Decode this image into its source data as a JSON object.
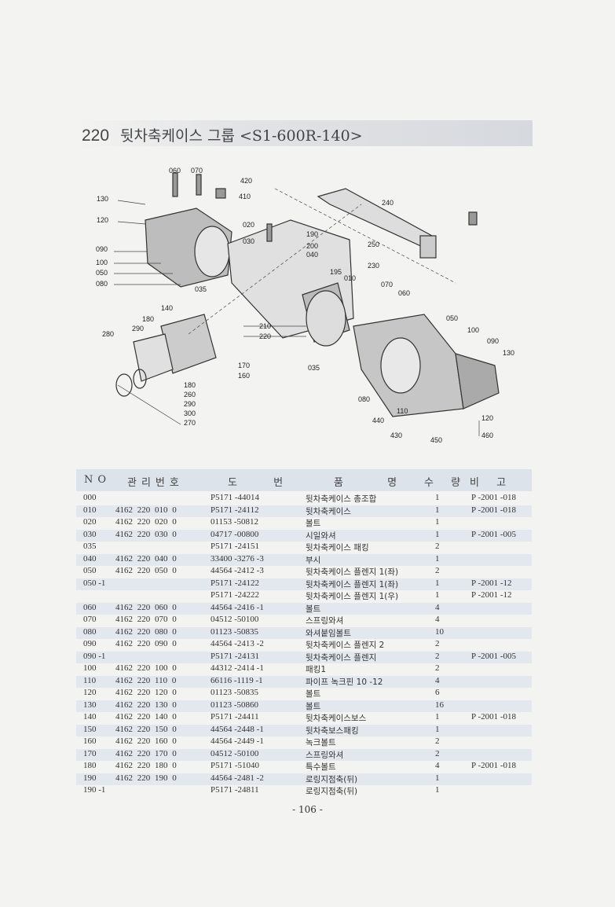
{
  "header": {
    "section_number": "220",
    "title": "뒷차축케이스 그룹 <S1-600R-140>"
  },
  "diagram": {
    "callouts": [
      "060",
      "070",
      "420",
      "410",
      "130",
      "120",
      "020",
      "030",
      "190",
      "200",
      "040",
      "240",
      "250",
      "230",
      "195",
      "010",
      "070",
      "060",
      "090",
      "100",
      "050",
      "080",
      "035",
      "140",
      "180",
      "290",
      "280",
      "210",
      "220",
      "050",
      "100",
      "090",
      "130",
      "170",
      "160",
      "035",
      "180",
      "260",
      "290",
      "300",
      "270",
      "080",
      "110",
      "440",
      "430",
      "450",
      "120",
      "460"
    ]
  },
  "table": {
    "headers": [
      "NO",
      "관리번호",
      "도 번",
      "품 명",
      "수 량",
      "비 고"
    ],
    "rows": [
      {
        "no": "000",
        "mgmt": "",
        "drawing": "P5171 -44014",
        "name": "뒷차축케이스 총조합",
        "qty": "1",
        "remark": "P -2001 -018"
      },
      {
        "no": "010",
        "mgmt": "4162 220 010 0",
        "drawing": "P5171 -24112",
        "name": "뒷차축케이스",
        "qty": "1",
        "remark": "P -2001 -018"
      },
      {
        "no": "020",
        "mgmt": "4162 220 020 0",
        "drawing": "01153 -50812",
        "name": "볼트",
        "qty": "1",
        "remark": ""
      },
      {
        "no": "030",
        "mgmt": "4162 220 030 0",
        "drawing": "04717 -00800",
        "name": "시일와셔",
        "qty": "1",
        "remark": "P -2001 -005"
      },
      {
        "no": "035",
        "mgmt": "",
        "drawing": "P5171 -24151",
        "name": "뒷차축케이스 패킹",
        "qty": "2",
        "remark": ""
      },
      {
        "no": "040",
        "mgmt": "4162 220 040 0",
        "drawing": "33400 -3276 -3",
        "name": "부시",
        "qty": "1",
        "remark": ""
      },
      {
        "no": "050",
        "mgmt": "4162 220 050 0",
        "drawing": "44564 -2412 -3",
        "name": "뒷차축케이스 플렌지 1(좌)",
        "qty": "2",
        "remark": ""
      },
      {
        "no": "050 -1",
        "mgmt": "",
        "drawing": "P5171 -24122",
        "name": "뒷차축케이스 플렌지 1(좌)",
        "qty": "1",
        "remark": "P -2001 -12"
      },
      {
        "no": "",
        "mgmt": "",
        "drawing": "P5171 -24222",
        "name": "뒷차축케이스 플렌지 1(우)",
        "qty": "1",
        "remark": "P -2001 -12"
      },
      {
        "no": "060",
        "mgmt": "4162 220 060 0",
        "drawing": "44564 -2416 -1",
        "name": "볼트",
        "qty": "4",
        "remark": ""
      },
      {
        "no": "070",
        "mgmt": "4162 220 070 0",
        "drawing": "04512 -50100",
        "name": "스프링와셔",
        "qty": "4",
        "remark": ""
      },
      {
        "no": "080",
        "mgmt": "4162 220 080 0",
        "drawing": "01123 -50835",
        "name": "와셔붙임볼트",
        "qty": "10",
        "remark": ""
      },
      {
        "no": "090",
        "mgmt": "4162 220 090 0",
        "drawing": "44564 -2413 -2",
        "name": "뒷차축케이스 플렌지 2",
        "qty": "2",
        "remark": ""
      },
      {
        "no": "090 -1",
        "mgmt": "",
        "drawing": "P5171 -24131",
        "name": "뒷차축케이스 플렌지",
        "qty": "2",
        "remark": "P -2001 -005"
      },
      {
        "no": "100",
        "mgmt": "4162 220 100 0",
        "drawing": "44312 -2414 -1",
        "name": "패킹1",
        "qty": "2",
        "remark": ""
      },
      {
        "no": "110",
        "mgmt": "4162 220 110 0",
        "drawing": "66116 -1119 -1",
        "name": "파이프 녹크핀 10 -12",
        "qty": "4",
        "remark": ""
      },
      {
        "no": "120",
        "mgmt": "4162 220 120 0",
        "drawing": "01123 -50835",
        "name": "볼트",
        "qty": "6",
        "remark": ""
      },
      {
        "no": "130",
        "mgmt": "4162 220 130 0",
        "drawing": "01123 -50860",
        "name": "볼트",
        "qty": "16",
        "remark": ""
      },
      {
        "no": "140",
        "mgmt": "4162 220 140 0",
        "drawing": "P5171 -24411",
        "name": "뒷차축케이스보스",
        "qty": "1",
        "remark": "P -2001 -018"
      },
      {
        "no": "150",
        "mgmt": "4162 220 150 0",
        "drawing": "44564 -2448 -1",
        "name": "뒷차축보스패킹",
        "qty": "1",
        "remark": ""
      },
      {
        "no": "160",
        "mgmt": "4162 220 160 0",
        "drawing": "44564 -2449 -1",
        "name": "녹크볼트",
        "qty": "2",
        "remark": ""
      },
      {
        "no": "170",
        "mgmt": "4162 220 170 0",
        "drawing": "04512 -50100",
        "name": "스프링와셔",
        "qty": "2",
        "remark": ""
      },
      {
        "no": "180",
        "mgmt": "4162 220 180 0",
        "drawing": "P5171 -51040",
        "name": "특수볼트",
        "qty": "4",
        "remark": "P -2001 -018"
      },
      {
        "no": "190",
        "mgmt": "4162 220 190 0",
        "drawing": "44564 -2481 -2",
        "name": "로링지점축(뒤)",
        "qty": "1",
        "remark": ""
      },
      {
        "no": "190 -1",
        "mgmt": "",
        "drawing": "P5171 -24811",
        "name": "로링지점축(뒤)",
        "qty": "1",
        "remark": ""
      }
    ]
  },
  "footer": {
    "page_number": "- 106 -"
  }
}
